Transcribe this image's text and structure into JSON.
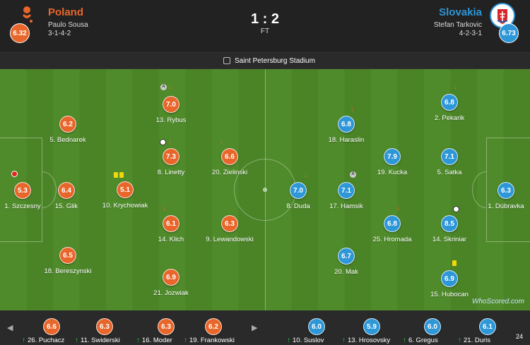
{
  "home": {
    "name": "Poland",
    "manager": "Paulo Sousa",
    "formation": "3-1-4-2",
    "rating": "6.32",
    "color": "#e8662a"
  },
  "away": {
    "name": "Slovakia",
    "manager": "Stefan Tarkovic",
    "formation": "4-2-3-1",
    "rating": "6.73",
    "color": "#2d97d8"
  },
  "score": "1 : 2",
  "status": "FT",
  "venue": "Saint Petersburg Stadium",
  "home_players": [
    {
      "rating": "5.3",
      "label": "1. Szczesny"
    },
    {
      "rating": "6.4",
      "label": "15. Glik"
    },
    {
      "rating": "6.2",
      "label": "5. Bednarek"
    },
    {
      "rating": "6.5",
      "label": "18. Bereszynski"
    },
    {
      "rating": "5.1",
      "label": "10. Krychowiak"
    },
    {
      "rating": "7.0",
      "label": "13. Rybus"
    },
    {
      "rating": "7.3",
      "label": "8. Linetty"
    },
    {
      "rating": "6.1",
      "label": "14. Klich"
    },
    {
      "rating": "6.9",
      "label": "21. Jozwiak"
    },
    {
      "rating": "6.6",
      "label": "20. Zielinski"
    },
    {
      "rating": "6.3",
      "label": "9. Lewandowski"
    }
  ],
  "away_players": [
    {
      "rating": "7.0",
      "label": "8. Duda"
    },
    {
      "rating": "6.8",
      "label": "18. Haraslin"
    },
    {
      "rating": "7.1",
      "label": "17. Hamsik"
    },
    {
      "rating": "6.7",
      "label": "20. Mak"
    },
    {
      "rating": "7.9",
      "label": "19. Kucka"
    },
    {
      "rating": "6.8",
      "label": "25. Hromada"
    },
    {
      "rating": "6.8",
      "label": "2. Pekarik"
    },
    {
      "rating": "7.1",
      "label": "5. Satka"
    },
    {
      "rating": "8.5",
      "label": "14. Skriniar"
    },
    {
      "rating": "6.9",
      "label": "15. Hubocan"
    },
    {
      "rating": "6.3",
      "label": "1. Dúbravka"
    }
  ],
  "home_subs": [
    {
      "rating": "6.6",
      "label": "26. Puchacz"
    },
    {
      "rating": "6.3",
      "label": "11. Swiderski"
    },
    {
      "rating": "6.3",
      "label": "16. Moder"
    },
    {
      "rating": "6.2",
      "label": "19. Frankowski"
    }
  ],
  "away_subs": [
    {
      "rating": "6.0",
      "label": "10. Suslov"
    },
    {
      "rating": "5.9",
      "label": "13. Hrosovsky"
    },
    {
      "rating": "6.0",
      "label": "6. Gregus"
    },
    {
      "rating": "6.1",
      "label": "21. Duris"
    }
  ],
  "bench_more": "24",
  "watermark": "WhoScored.com",
  "captain_mark": "A",
  "icons": {
    "sub_off": "arrow-down-icon",
    "sub_on": "arrow-up-icon",
    "goal": "ball-icon",
    "captain": "captain-icon",
    "yellow": "yellow-card-icon",
    "own_goal": "red-ball-icon",
    "nav_prev": "chevron-left-icon",
    "nav_next": "chevron-right-icon"
  }
}
